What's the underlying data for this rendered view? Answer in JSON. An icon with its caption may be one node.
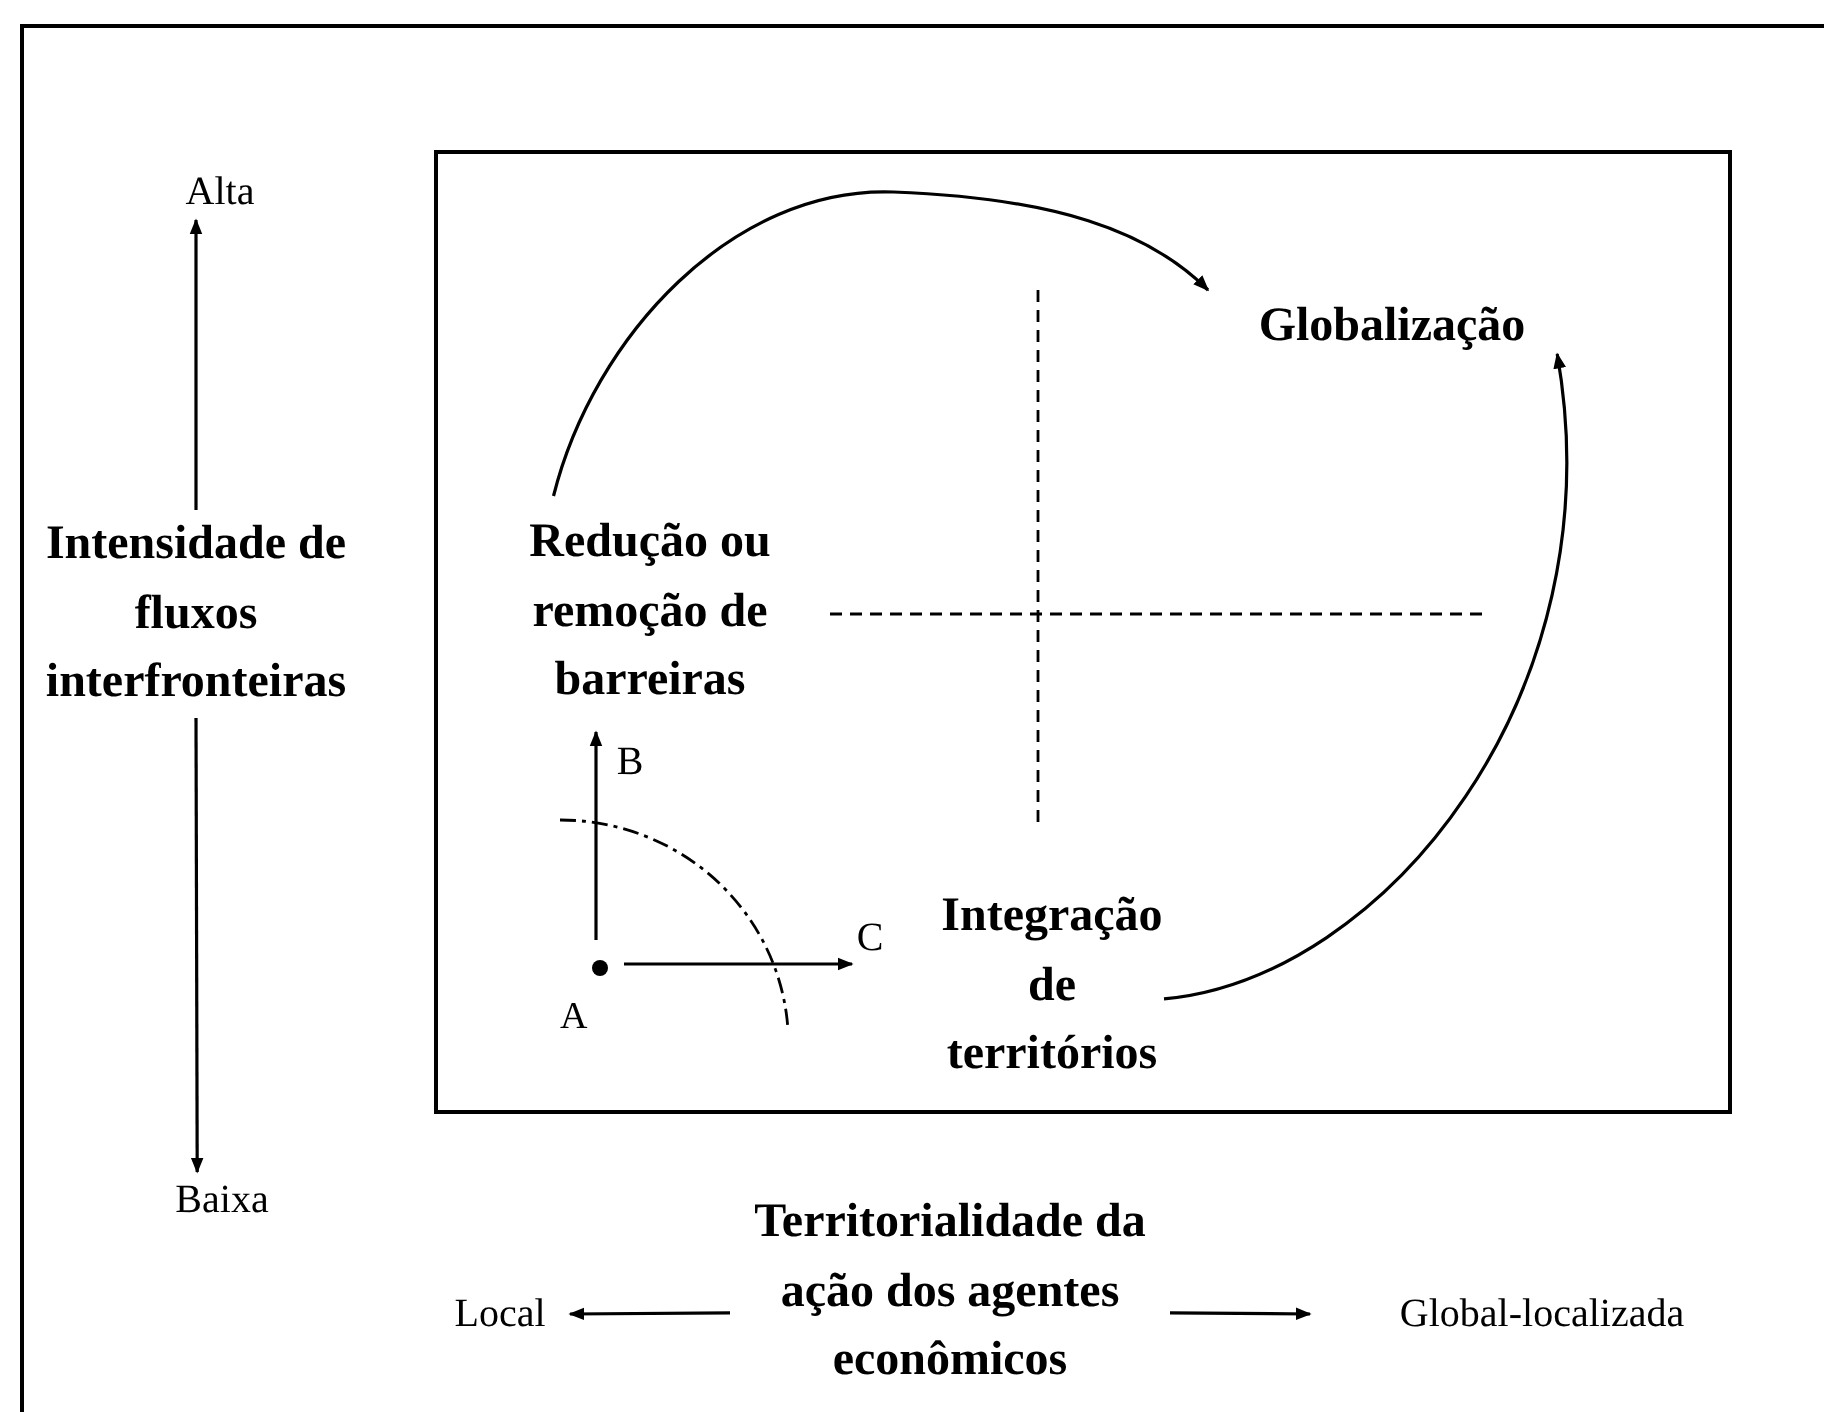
{
  "diagram": {
    "nodes": [
      {
        "text": [
          "Alta"
        ]
      },
      {
        "text": [
          "Intensidade de fluxos interfronteiras"
        ]
      },
      {
        "text": [
          "Baixa"
        ]
      },
      {
        "text": [],
        "shape": "box"
      },
      {
        "text": [
          "Globalização"
        ],
        "in": 3
      },
      {
        "text": [
          "Redução ou remoção de barreiras"
        ],
        "in": 3
      },
      {
        "text": [
          "Integração de territórios"
        ],
        "in": 3
      },
      {
        "text": [
          "Local"
        ]
      },
      {
        "text": [
          "Territorialidade da ação dos agentes econômicos"
        ]
      },
      {
        "text": [
          "Global-localizada"
        ]
      },
      {
        "text": [],
        "shape": "circle",
        "in": 3,
        "beside": [
          "A"
        ]
      },
      {
        "text": [
          "B"
        ],
        "in": 3
      },
      {
        "text": [
          "C"
        ],
        "in": 3
      }
    ],
    "edges": [
      {
        "from": 1,
        "to": 0,
        "arrow": "to"
      },
      {
        "from": 1,
        "to": 2,
        "arrow": "to"
      },
      {
        "from": 8,
        "to": 7,
        "arrow": "to"
      },
      {
        "from": 8,
        "to": 9,
        "arrow": "to"
      },
      {
        "from": 5,
        "to": 4,
        "arrow": "to"
      },
      {
        "from": 6,
        "to": 4,
        "arrow": "to"
      },
      {
        "from": 10,
        "to": 11,
        "arrow": "to"
      },
      {
        "from": 10,
        "to": 12,
        "arrow": "to"
      }
    ]
  }
}
